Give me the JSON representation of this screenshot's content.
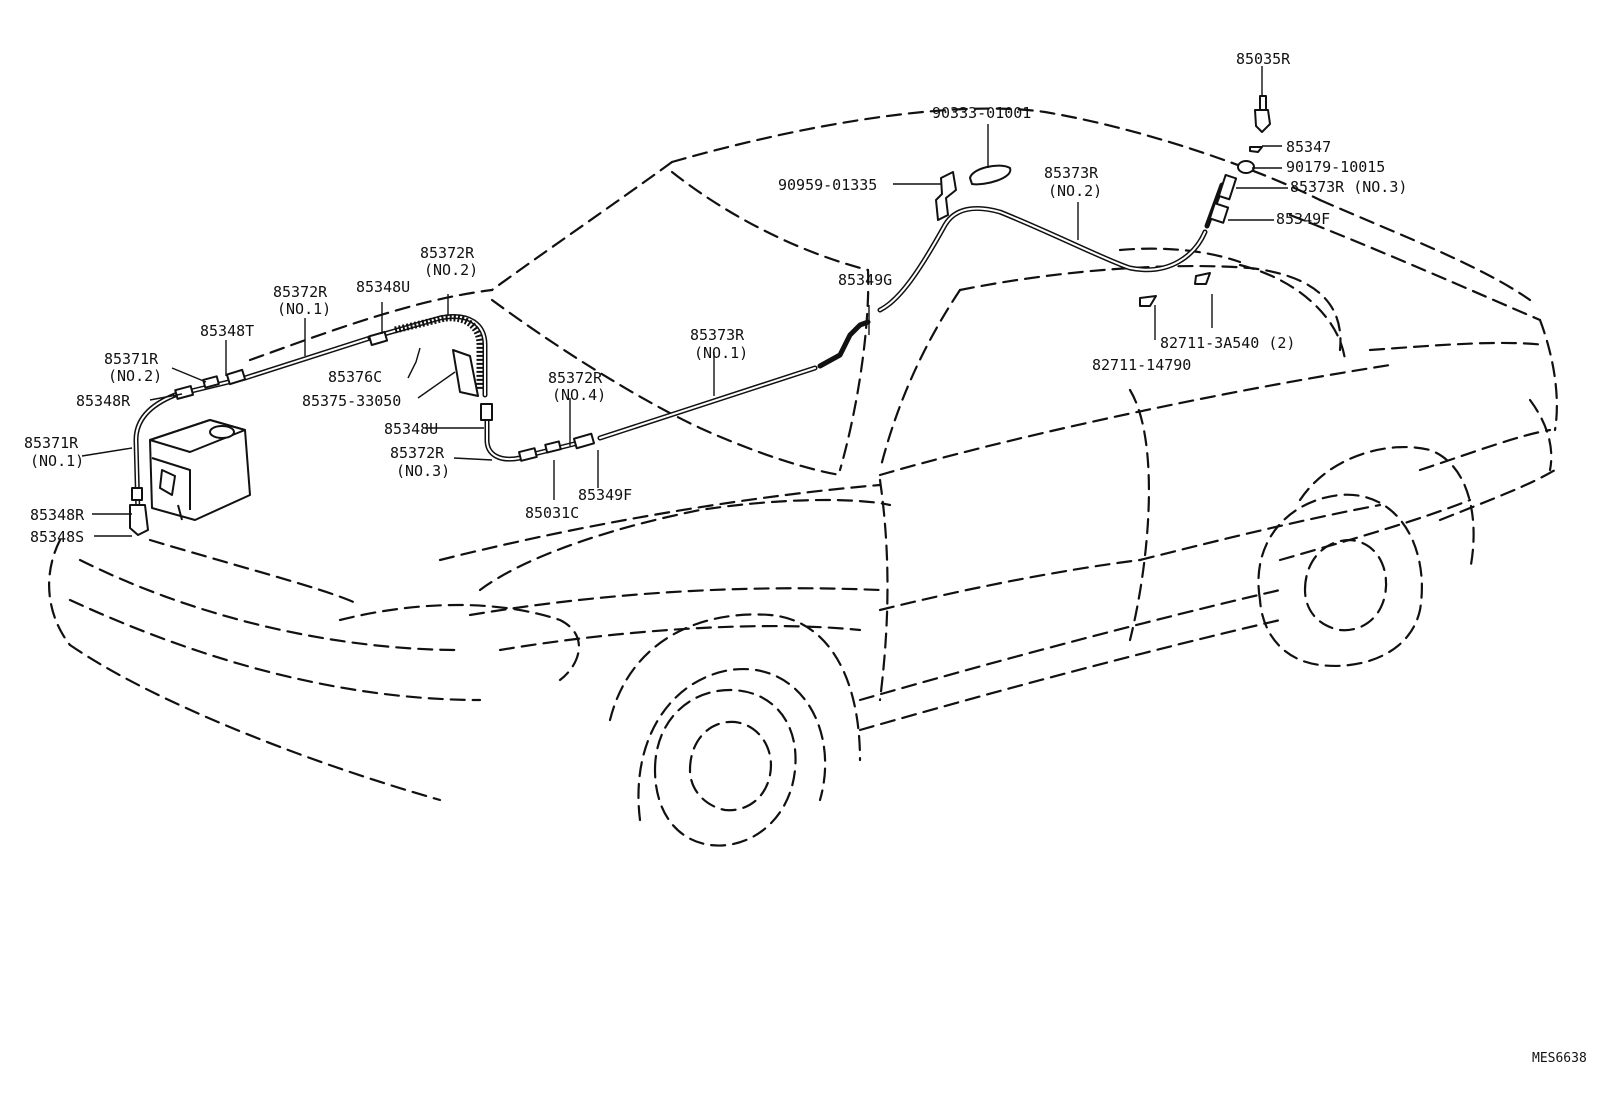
{
  "labels": {
    "p85035R": "85035R",
    "p90333": "90333-01001",
    "p85347": "85347",
    "p90179": "90179-10015",
    "p85373R_no3": "85373R (NO.3)",
    "p85349F_top": "85349F",
    "p90959": "90959-01335",
    "p85373R_no2": "85373R",
    "p85373R_no2_sub": "(NO.2)",
    "p85372R_no2": "85372R",
    "p85372R_no2_sub": "(NO.2)",
    "p85348U_top": "85348U",
    "p85372R_no1": "85372R",
    "p85372R_no1_sub": "(NO.1)",
    "p85349G": "85349G",
    "p82711_3A540": "82711-3A540 (2)",
    "p82711_14790": "82711-14790",
    "p85348T": "85348T",
    "p85373R_no1": "85373R",
    "p85373R_no1_sub": "(NO.1)",
    "p85371R_no2": "85371R",
    "p85371R_no2_sub": "(NO.2)",
    "p85376C": "85376C",
    "p85348R_top": "85348R",
    "p85375": "85375-33050",
    "p85372R_no4": "85372R",
    "p85372R_no4_sub": "(NO.4)",
    "p85348U_mid": "85348U",
    "p85371R_no1": "85371R",
    "p85371R_no1_sub": "(NO.1)",
    "p85372R_no3": "85372R",
    "p85372R_no3_sub": "(NO.3)",
    "p85349F_mid": "85349F",
    "p85031C": "85031C",
    "p85348R_low": "85348R",
    "p85348S": "85348S"
  },
  "reference": "MES6638"
}
